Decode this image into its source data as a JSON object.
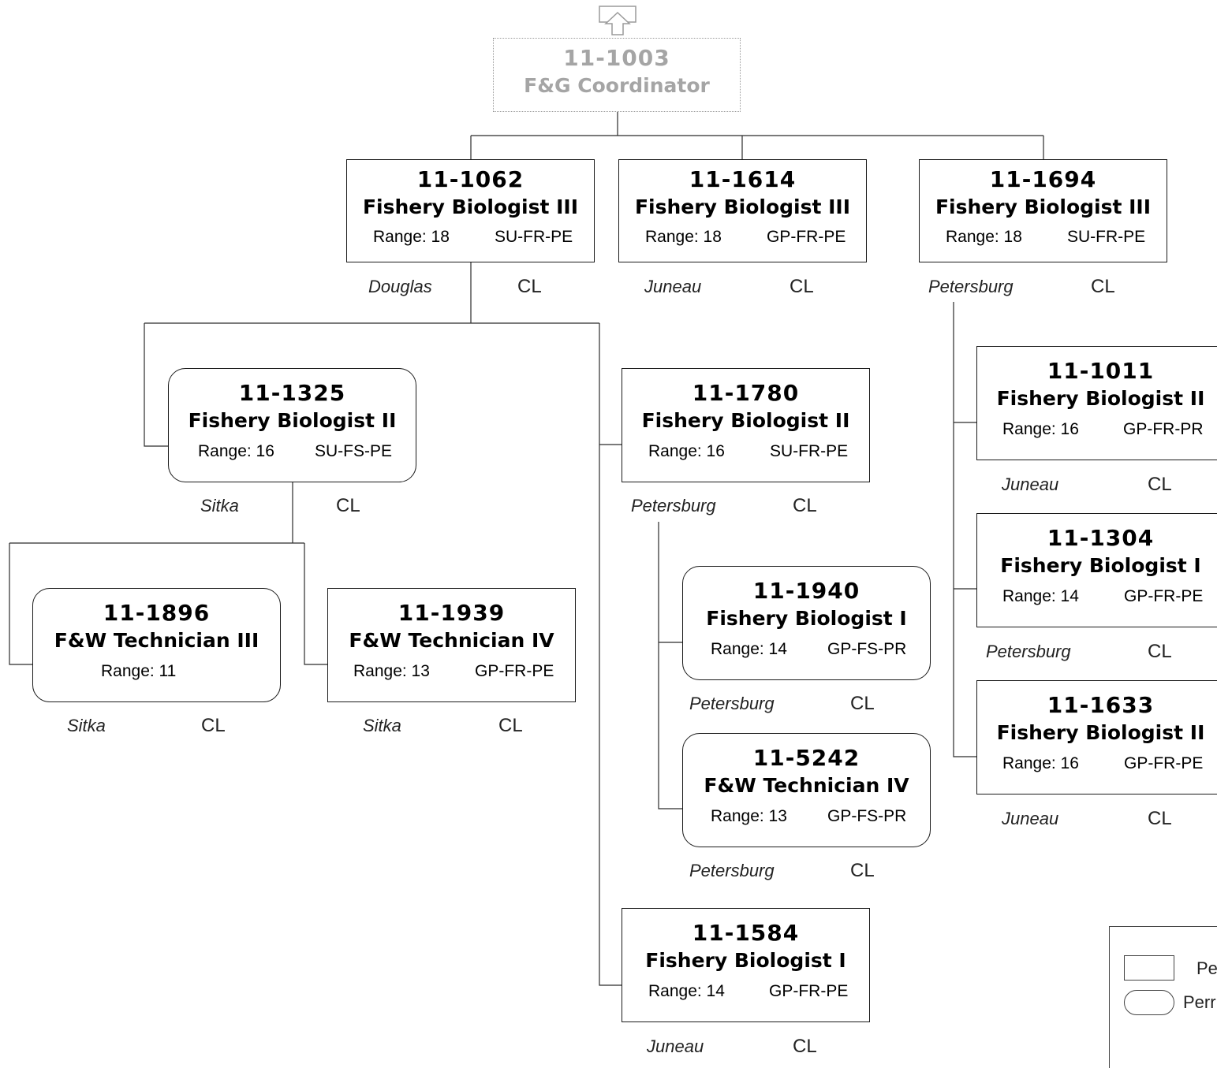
{
  "top": {
    "number": "11-1003",
    "title": "F&G Coordinator"
  },
  "nodes": {
    "n1062": {
      "number": "11-1062",
      "title": "Fishery Biologist III",
      "range": "Range: 18",
      "code": "SU-FR-PE",
      "location": "Douglas",
      "status": "CL"
    },
    "n1614": {
      "number": "11-1614",
      "title": "Fishery Biologist III",
      "range": "Range: 18",
      "code": "GP-FR-PE",
      "location": "Juneau",
      "status": "CL"
    },
    "n1694": {
      "number": "11-1694",
      "title": "Fishery Biologist III",
      "range": "Range: 18",
      "code": "SU-FR-PE",
      "location": "Petersburg",
      "status": "CL"
    },
    "n1325": {
      "number": "11-1325",
      "title": "Fishery Biologist II",
      "range": "Range: 16",
      "code": "SU-FS-PE",
      "location": "Sitka",
      "status": "CL"
    },
    "n1780": {
      "number": "11-1780",
      "title": "Fishery Biologist II",
      "range": "Range: 16",
      "code": "SU-FR-PE",
      "location": "Petersburg",
      "status": "CL"
    },
    "n1896": {
      "number": "11-1896",
      "title": "F&W Technician III",
      "range": "Range: 11",
      "code": "",
      "location": "Sitka",
      "status": "CL"
    },
    "n1939": {
      "number": "11-1939",
      "title": "F&W Technician IV",
      "range": "Range: 13",
      "code": "GP-FR-PE",
      "location": "Sitka",
      "status": "CL"
    },
    "n1940": {
      "number": "11-1940",
      "title": "Fishery Biologist I",
      "range": "Range: 14",
      "code": "GP-FS-PR",
      "location": "Petersburg",
      "status": "CL"
    },
    "n5242": {
      "number": "11-5242",
      "title": "F&W Technician IV",
      "range": "Range: 13",
      "code": "GP-FS-PR",
      "location": "Petersburg",
      "status": "CL"
    },
    "n1584": {
      "number": "11-1584",
      "title": "Fishery Biologist I",
      "range": "Range: 14",
      "code": "GP-FR-PE",
      "location": "Juneau",
      "status": "CL"
    },
    "n1011": {
      "number": "11-1011",
      "title": "Fishery Biologist II",
      "range": "Range: 16",
      "code": "GP-FR-PR",
      "location": "Juneau",
      "status": "CL"
    },
    "n1304": {
      "number": "11-1304",
      "title": "Fishery Biologist I",
      "range": "Range: 14",
      "code": "GP-FR-PE",
      "location": "Petersburg",
      "status": "CL"
    },
    "n1633": {
      "number": "11-1633",
      "title": "Fishery Biologist II",
      "range": "Range: 16",
      "code": "GP-FR-PE",
      "location": "Juneau",
      "status": "CL"
    }
  },
  "legend": {
    "rect_label": "Pe",
    "pill_label": "Perr"
  },
  "colors": {
    "line": "#2b2b2b",
    "border": "#1a1a1a",
    "top_text": "#a5a5a5",
    "top_border": "#9a9a9a"
  }
}
